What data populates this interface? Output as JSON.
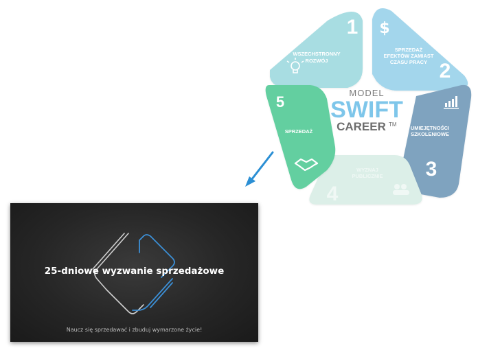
{
  "model": {
    "label_top": "MODEL",
    "label_main": "SWIFT",
    "label_sub": "CAREER",
    "trademark": "TM",
    "segments": [
      {
        "number": "1",
        "lines": [
          "WSZECHSTRONNY",
          "ROZWÓJ"
        ],
        "icon": "lightbulb-brain-icon",
        "color": "#a8dde2"
      },
      {
        "number": "2",
        "lines": [
          "SPRZEDAŻ",
          "EFEKTÓW ZAMIAST",
          "CZASU PRACY"
        ],
        "icon": "dollar-icon",
        "color": "#a3d6ec"
      },
      {
        "number": "3",
        "lines": [
          "UMIEJĘTNOŚCI",
          "SZKOLENIOWE"
        ],
        "icon": "bar-chart-icon",
        "color": "#7fa3bf"
      },
      {
        "number": "4",
        "lines": [
          "WYZNAJ",
          "PUBLICZNIE"
        ],
        "icon": "people-icon",
        "color": "#dcefe8"
      },
      {
        "number": "5",
        "lines": [
          "SPRZEDAŻ"
        ],
        "icon": "handshake-icon",
        "color": "#64cfa0"
      }
    ]
  },
  "arrow": {
    "color": "#2b8fd4"
  },
  "video": {
    "title": "25-dniowe wyzwanie sprzedażowe",
    "subtitle": "Naucz się sprzedawać i zbuduj wymarzone życie!"
  }
}
